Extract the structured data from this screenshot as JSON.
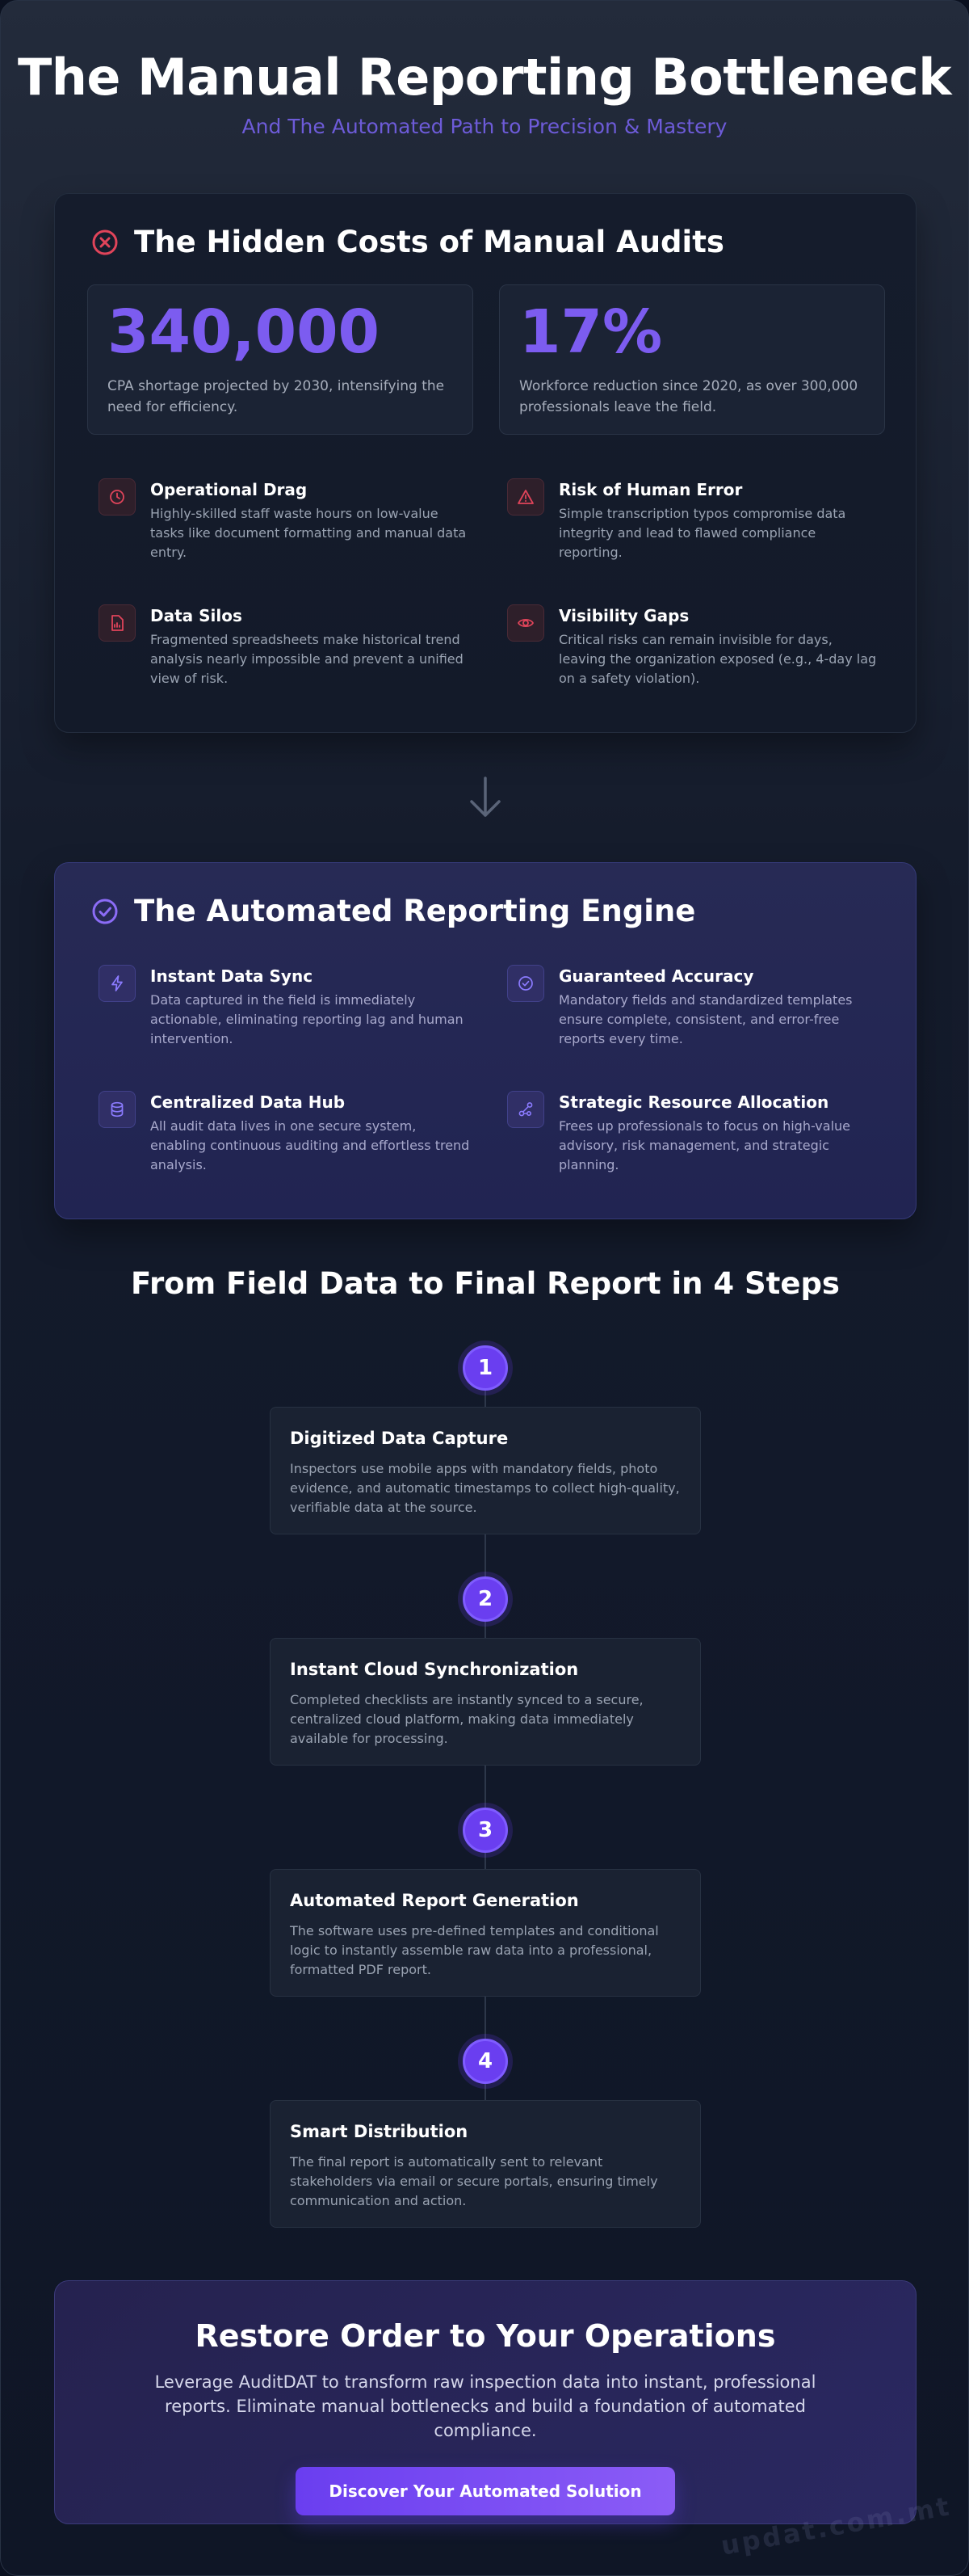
{
  "header": {
    "title": "The Manual Reporting Bottleneck",
    "subtitle": "And The Automated Path to Precision & Mastery"
  },
  "colors": {
    "accent": "#7c5cf0",
    "danger": "#e0445a",
    "background": "#141b2b"
  },
  "costs": {
    "title": "The Hidden Costs of Manual Audits",
    "icon": "x-circle-icon",
    "stats": [
      {
        "value": "340,000",
        "desc": "CPA shortage projected by 2030, intensifying the need for efficiency."
      },
      {
        "value": "17%",
        "desc": "Workforce reduction since 2020, as over 300,000 professionals leave the field."
      }
    ],
    "items": [
      {
        "icon": "clock-icon",
        "title": "Operational Drag",
        "desc": "Highly-skilled staff waste hours on low-value tasks like document formatting and manual data entry."
      },
      {
        "icon": "warning-triangle-icon",
        "title": "Risk of Human Error",
        "desc": "Simple transcription typos compromise data integrity and lead to flawed compliance reporting."
      },
      {
        "icon": "document-chart-icon",
        "title": "Data Silos",
        "desc": "Fragmented spreadsheets make historical trend analysis nearly impossible and prevent a unified view of risk."
      },
      {
        "icon": "eye-icon",
        "title": "Visibility Gaps",
        "desc": "Critical risks can remain invisible for days, leaving the organization exposed (e.g., 4-day lag on a safety violation)."
      }
    ]
  },
  "engine": {
    "title": "The Automated Reporting Engine",
    "icon": "check-circle-icon",
    "items": [
      {
        "icon": "lightning-icon",
        "title": "Instant Data Sync",
        "desc": "Data captured in the field is immediately actionable, eliminating reporting lag and human intervention."
      },
      {
        "icon": "check-circle-icon",
        "title": "Guaranteed Accuracy",
        "desc": "Mandatory fields and standardized templates ensure complete, consistent, and error-free reports every time."
      },
      {
        "icon": "database-icon",
        "title": "Centralized Data Hub",
        "desc": "All audit data lives in one secure system, enabling continuous auditing and effortless trend analysis."
      },
      {
        "icon": "nodes-icon",
        "title": "Strategic Resource Allocation",
        "desc": "Frees up professionals to focus on high-value advisory, risk management, and strategic planning."
      }
    ]
  },
  "steps": {
    "title": "From Field Data to Final Report in 4 Steps",
    "items": [
      {
        "num": "1",
        "title": "Digitized Data Capture",
        "desc": "Inspectors use mobile apps with mandatory fields, photo evidence, and automatic timestamps to collect high-quality, verifiable data at the source."
      },
      {
        "num": "2",
        "title": "Instant Cloud Synchronization",
        "desc": "Completed checklists are instantly synced to a secure, centralized cloud platform, making data immediately available for processing."
      },
      {
        "num": "3",
        "title": "Automated Report Generation",
        "desc": "The software uses pre-defined templates and conditional logic to instantly assemble raw data into a professional, formatted PDF report."
      },
      {
        "num": "4",
        "title": "Smart Distribution",
        "desc": "The final report is automatically sent to relevant stakeholders via email or secure portals, ensuring timely communication and action."
      }
    ]
  },
  "cta": {
    "title": "Restore Order to Your Operations",
    "text": "Leverage AuditDAT to transform raw inspection data into instant, professional reports. Eliminate manual bottlenecks and build a foundation of automated compliance.",
    "button": "Discover Your Automated Solution"
  },
  "watermark": "updat.com.mt"
}
